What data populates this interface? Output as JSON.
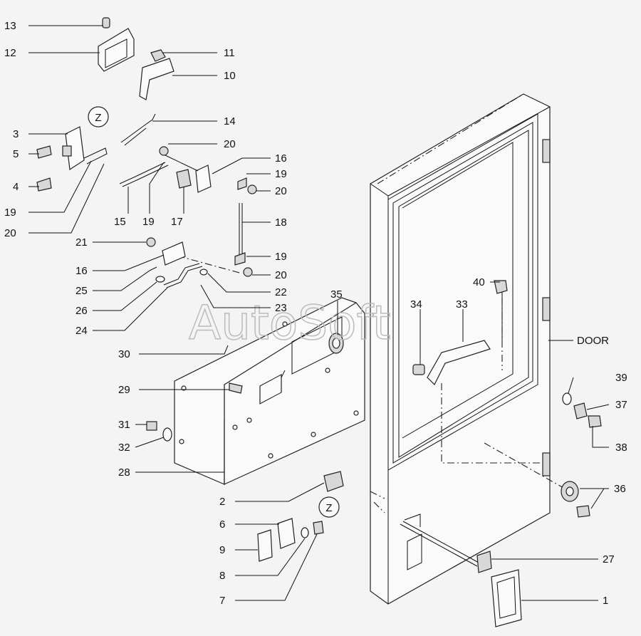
{
  "watermark": "AutoSoft",
  "view_marker": "Z",
  "door_label": "DOOR",
  "callouts": {
    "c1": "1",
    "c2": "2",
    "c3": "3",
    "c4": "4",
    "c5": "5",
    "c6": "6",
    "c7": "7",
    "c8": "8",
    "c9": "9",
    "c10": "10",
    "c11": "11",
    "c12": "12",
    "c13": "13",
    "c14": "14",
    "c15": "15",
    "c16a": "16",
    "c16b": "16",
    "c17": "17",
    "c18": "18",
    "c19a": "19",
    "c19b": "19",
    "c19c": "19",
    "c19d": "19",
    "c20a": "20",
    "c20b": "20",
    "c20c": "20",
    "c20d": "20",
    "c21": "21",
    "c22": "22",
    "c23": "23",
    "c24": "24",
    "c25": "25",
    "c26": "26",
    "c27": "27",
    "c28": "28",
    "c29": "29",
    "c30": "30",
    "c31": "31",
    "c32": "32",
    "c33": "33",
    "c34": "34",
    "c35": "35",
    "c36": "36",
    "c37": "37",
    "c38": "38",
    "c39": "39",
    "c40": "40"
  }
}
